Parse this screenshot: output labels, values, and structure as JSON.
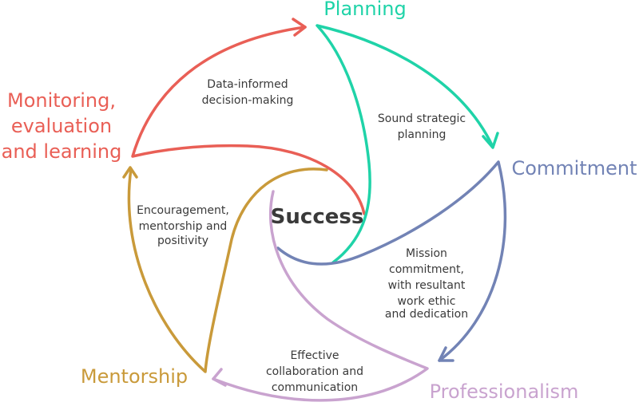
{
  "center": {
    "label": "Success"
  },
  "stages": {
    "planning": {
      "label": "Planning",
      "color": "#1fd3a8"
    },
    "commitment": {
      "label": "Commitment",
      "color": "#7283b5"
    },
    "professionalism": {
      "label": "Professionalism",
      "color": "#c9a3cf"
    },
    "mentorship": {
      "label": "Mentorship",
      "color": "#c99a3a"
    },
    "monitoring": {
      "lines": [
        "Monitoring,",
        "evaluation",
        "and learning"
      ],
      "color": "#e95f56"
    }
  },
  "edges": {
    "data_informed": [
      "Data-informed",
      "decision-making"
    ],
    "sound_strategic": [
      "Sound strategic",
      "planning"
    ],
    "mission_commitment": [
      "Mission",
      "commitment,",
      "with resultant",
      "work ethic",
      "and dedication"
    ],
    "effective_collab": [
      "Effective",
      "collaboration and",
      "communication"
    ],
    "encouragement": [
      "Encouragement,",
      "mentorship and",
      "positivity"
    ]
  }
}
